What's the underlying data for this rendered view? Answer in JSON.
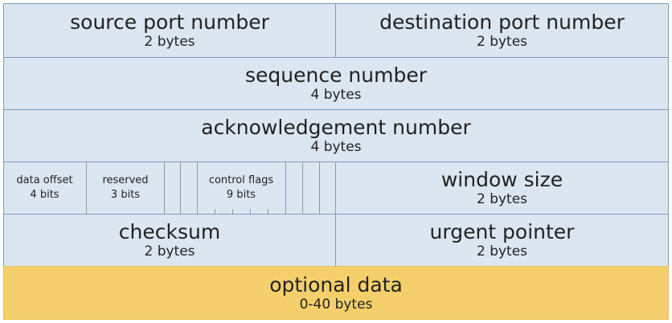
{
  "header": {
    "source_port": {
      "label": "source port number",
      "size": "2 bytes"
    },
    "destination_port": {
      "label": "destination port number",
      "size": "2 bytes"
    },
    "sequence": {
      "label": "sequence number",
      "size": "4 bytes"
    },
    "acknowledgement": {
      "label": "acknowledgement number",
      "size": "4 bytes"
    },
    "data_offset": {
      "label": "data offset",
      "size": "4 bits"
    },
    "reserved": {
      "label": "reserved",
      "size": "3 bits"
    },
    "control_flags": {
      "label": "control flags",
      "size": "9 bits"
    },
    "window_size": {
      "label": "window size",
      "size": "2 bytes"
    },
    "checksum": {
      "label": "checksum",
      "size": "2 bytes"
    },
    "urgent_pointer": {
      "label": "urgent pointer",
      "size": "2 bytes"
    },
    "optional_data": {
      "label": "optional data",
      "size": "0-40 bytes"
    }
  },
  "colors": {
    "field_fill": "#dce6f1",
    "field_border": "#7f9ab9",
    "optional_fill": "#f4cf6b"
  }
}
